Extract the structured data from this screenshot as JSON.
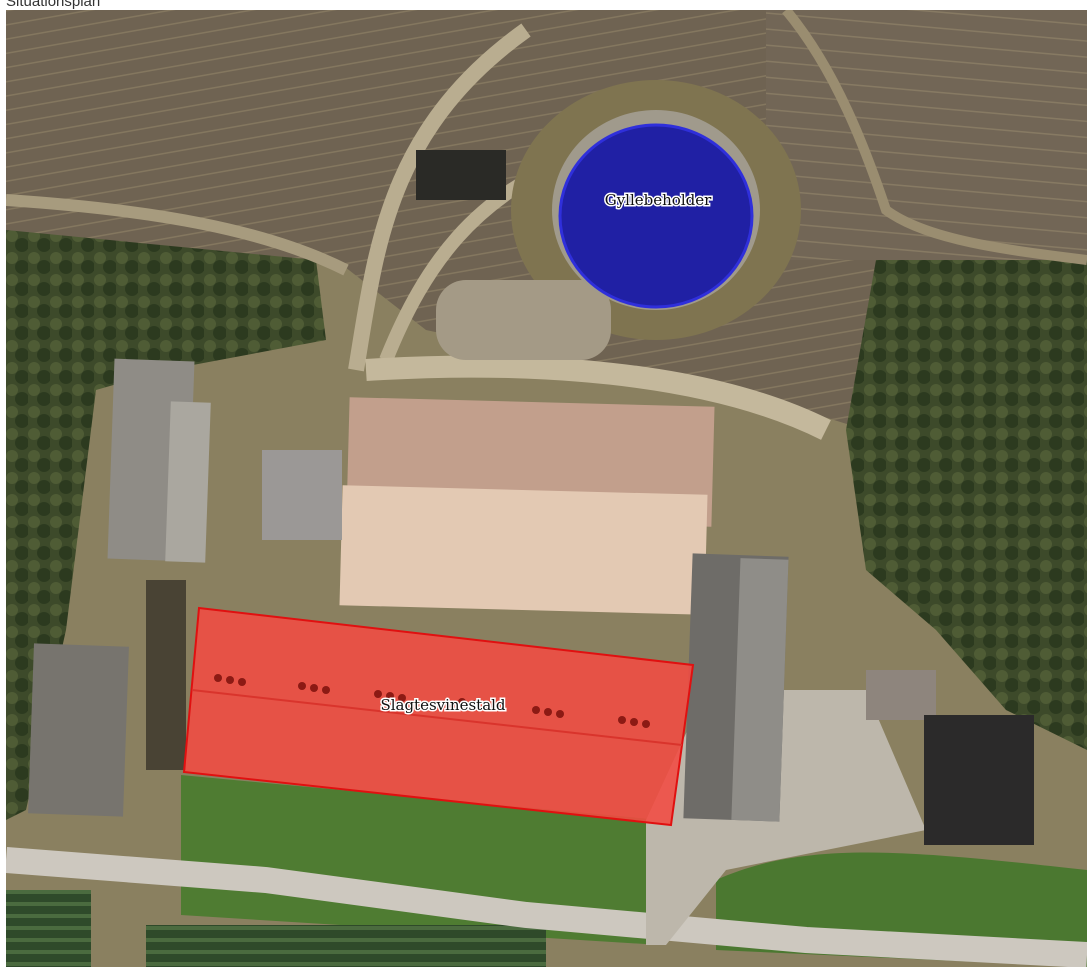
{
  "page": {
    "title": "Situationsplan"
  },
  "map": {
    "features": [
      {
        "id": "slurry-tank",
        "label": "Gyllebeholder",
        "shape": "circle",
        "fill": "#1a1aa6",
        "stroke": "#2a2ae0"
      },
      {
        "id": "pig-barn",
        "label": "Slagtesvinestald",
        "shape": "polygon",
        "fill": "#f0504a",
        "stroke": "#e01010"
      }
    ]
  }
}
